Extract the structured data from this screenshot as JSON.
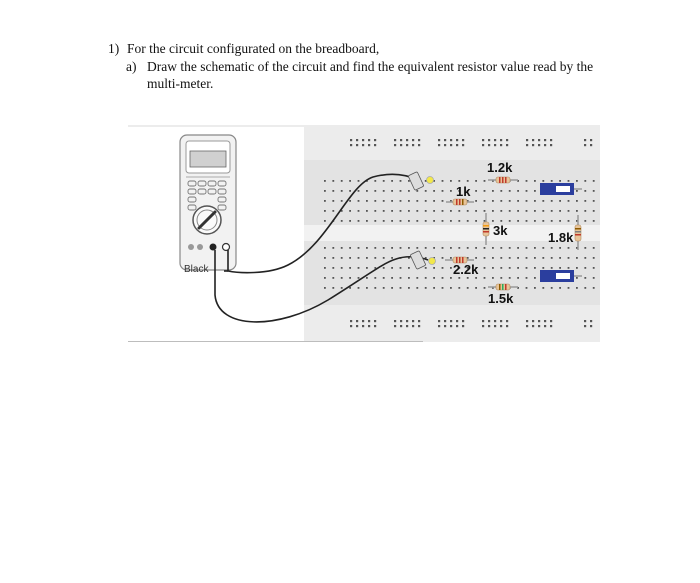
{
  "question": {
    "number": "1)",
    "text": "For the circuit configurated on the breadboard,"
  },
  "part_a": {
    "letter": "a)",
    "text": "Draw the schematic of the circuit and find the equivalent resistor value read by the multi-meter."
  },
  "figure": {
    "multimeter_label": "Black",
    "resistors": {
      "r1": "1k",
      "r2": "1.2k",
      "r3": "3k",
      "r4": "1.8k",
      "r5": "2.2k",
      "r6": "1.5k"
    }
  },
  "colors": {
    "breadboard": "#e3e3e3",
    "rail": "#ececec",
    "hole": "#555555",
    "wire": "#222222",
    "resistor_body": "#e8c59a",
    "switch_blue": "#2b3e9e",
    "probe_tip": "#f2e84a"
  }
}
